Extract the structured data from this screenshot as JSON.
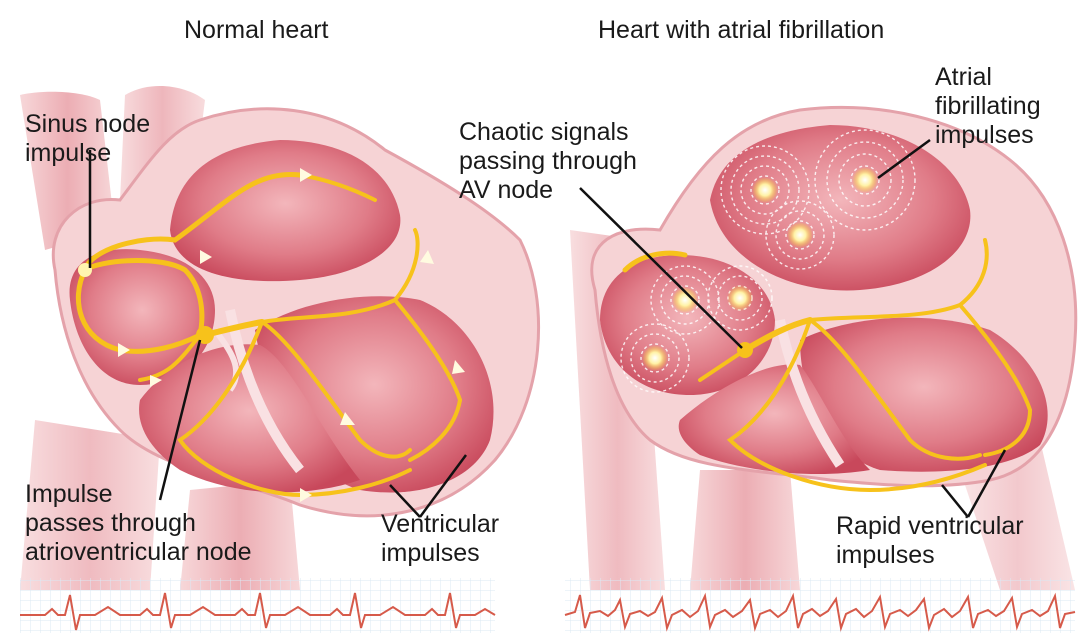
{
  "panels": {
    "normal": {
      "title": "Normal heart",
      "labels": {
        "sinus_node": [
          "Sinus node",
          "impulse"
        ],
        "av_node": [
          "Impulse",
          "passes through",
          "atrioventricular node"
        ],
        "ventricular": [
          "Ventricular",
          "impulses"
        ]
      }
    },
    "afib": {
      "title": "Heart with atrial fibrillation",
      "labels": {
        "chaotic": [
          "Chaotic signals",
          "passing through",
          "AV node"
        ],
        "atrial_fib": [
          "Atrial",
          "fibrillating",
          "impulses"
        ],
        "rapid_ventricular": [
          "Rapid ventricular",
          "impulses"
        ]
      }
    }
  },
  "colors": {
    "tissue": "#d9606e",
    "tissue_light": "#f4c3c6",
    "tissue_dark": "#b83d4f",
    "conduction": "#f7c21b",
    "ecg_line": "#d65a4a",
    "ecg_grid": "#dbe8f3"
  }
}
